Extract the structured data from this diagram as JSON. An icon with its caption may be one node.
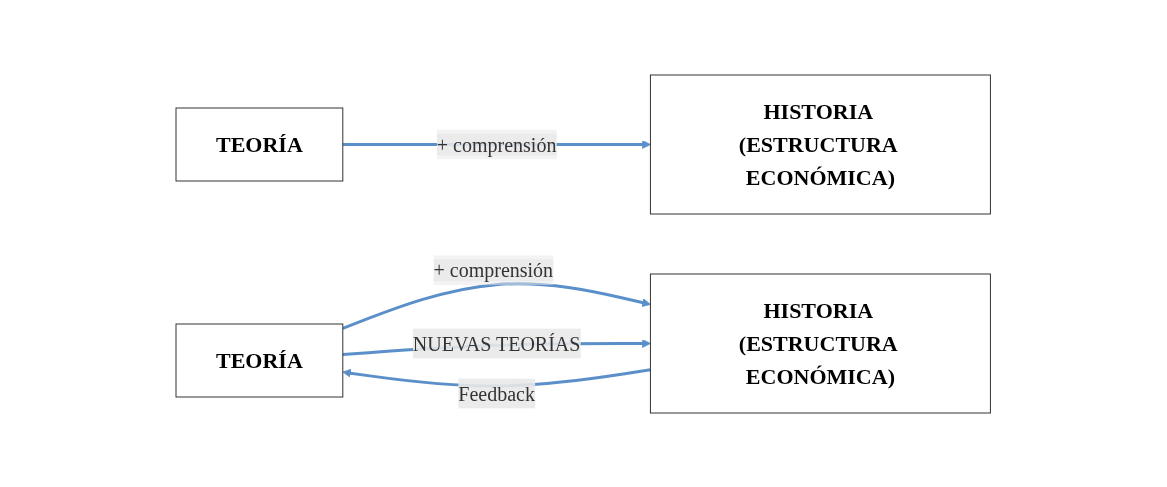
{
  "diagram": {
    "nodes": [
      {
        "text": [
          "TEORÍA"
        ]
      },
      {
        "text": [
          "HISTORIA (ESTRUCTURA ECONÓMICA)"
        ]
      },
      {
        "text": [
          "TEORÍA"
        ]
      },
      {
        "text": [
          "HISTORIA (ESTRUCTURA ECONÓMICA)"
        ]
      }
    ],
    "edges": [
      {
        "from": 0,
        "to": 1,
        "arrow": "to",
        "label": "+ comprensión"
      },
      {
        "from": 2,
        "to": 3,
        "arrow": "to",
        "label": "+ comprensión"
      },
      {
        "from": 3,
        "to": 2,
        "arrow": "to",
        "label": "Feedback"
      },
      {
        "from": 2,
        "to": 3,
        "arrow": "to",
        "label": "NUEVAS TEORÍAS"
      }
    ]
  }
}
